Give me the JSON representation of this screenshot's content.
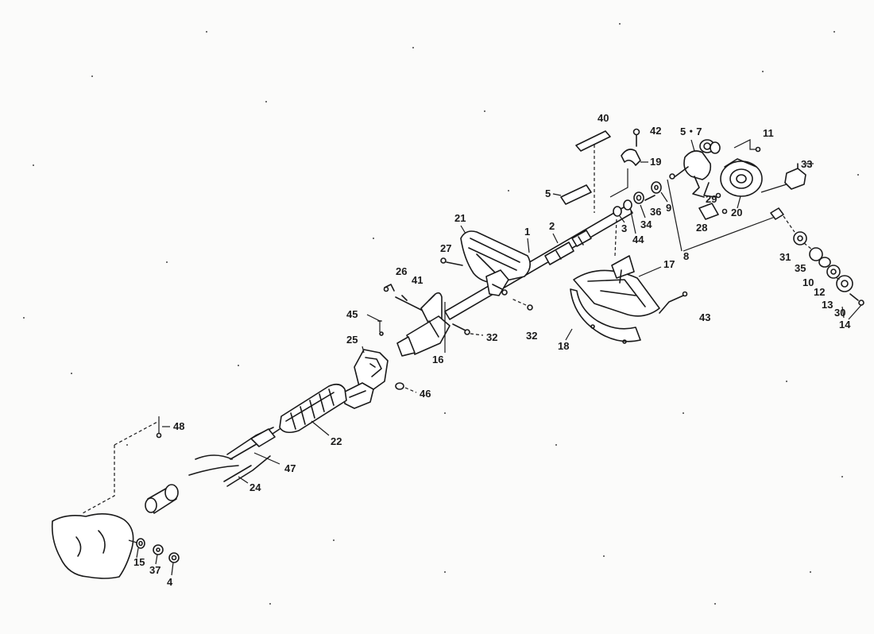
{
  "labels": [
    {
      "id": "l40",
      "text": "40"
    },
    {
      "id": "l42",
      "text": "42"
    },
    {
      "id": "l19",
      "text": "19"
    },
    {
      "id": "l5_7",
      "text": "5・7"
    },
    {
      "id": "l11",
      "text": "11"
    },
    {
      "id": "l33",
      "text": "33"
    },
    {
      "id": "l5",
      "text": "5"
    },
    {
      "id": "l21",
      "text": "21"
    },
    {
      "id": "l1",
      "text": "1"
    },
    {
      "id": "l2",
      "text": "2"
    },
    {
      "id": "l3",
      "text": "3"
    },
    {
      "id": "l44",
      "text": "44"
    },
    {
      "id": "l34",
      "text": "34"
    },
    {
      "id": "l36",
      "text": "36"
    },
    {
      "id": "l9",
      "text": "9"
    },
    {
      "id": "l29",
      "text": "29"
    },
    {
      "id": "l20",
      "text": "20"
    },
    {
      "id": "l28b",
      "text": "28"
    },
    {
      "id": "l8",
      "text": "8"
    },
    {
      "id": "l27",
      "text": "27"
    },
    {
      "id": "l26",
      "text": "26"
    },
    {
      "id": "l41",
      "text": "41"
    },
    {
      "id": "l17",
      "text": "17"
    },
    {
      "id": "l31",
      "text": "31"
    },
    {
      "id": "l35",
      "text": "35"
    },
    {
      "id": "l10",
      "text": "10"
    },
    {
      "id": "l12",
      "text": "12"
    },
    {
      "id": "l13",
      "text": "13"
    },
    {
      "id": "l30",
      "text": "30"
    },
    {
      "id": "l14",
      "text": "14"
    },
    {
      "id": "l43",
      "text": "43"
    },
    {
      "id": "l45",
      "text": "45"
    },
    {
      "id": "l32a",
      "text": "32"
    },
    {
      "id": "l32b",
      "text": "32"
    },
    {
      "id": "l18",
      "text": "18"
    },
    {
      "id": "l16",
      "text": "16"
    },
    {
      "id": "l25",
      "text": "25"
    },
    {
      "id": "l46",
      "text": "46"
    },
    {
      "id": "l48",
      "text": "48"
    },
    {
      "id": "l22",
      "text": "22"
    },
    {
      "id": "l47",
      "text": "47"
    },
    {
      "id": "l24",
      "text": "24"
    },
    {
      "id": "l15",
      "text": "15"
    },
    {
      "id": "l37",
      "text": "37"
    },
    {
      "id": "l4",
      "text": "4"
    }
  ]
}
